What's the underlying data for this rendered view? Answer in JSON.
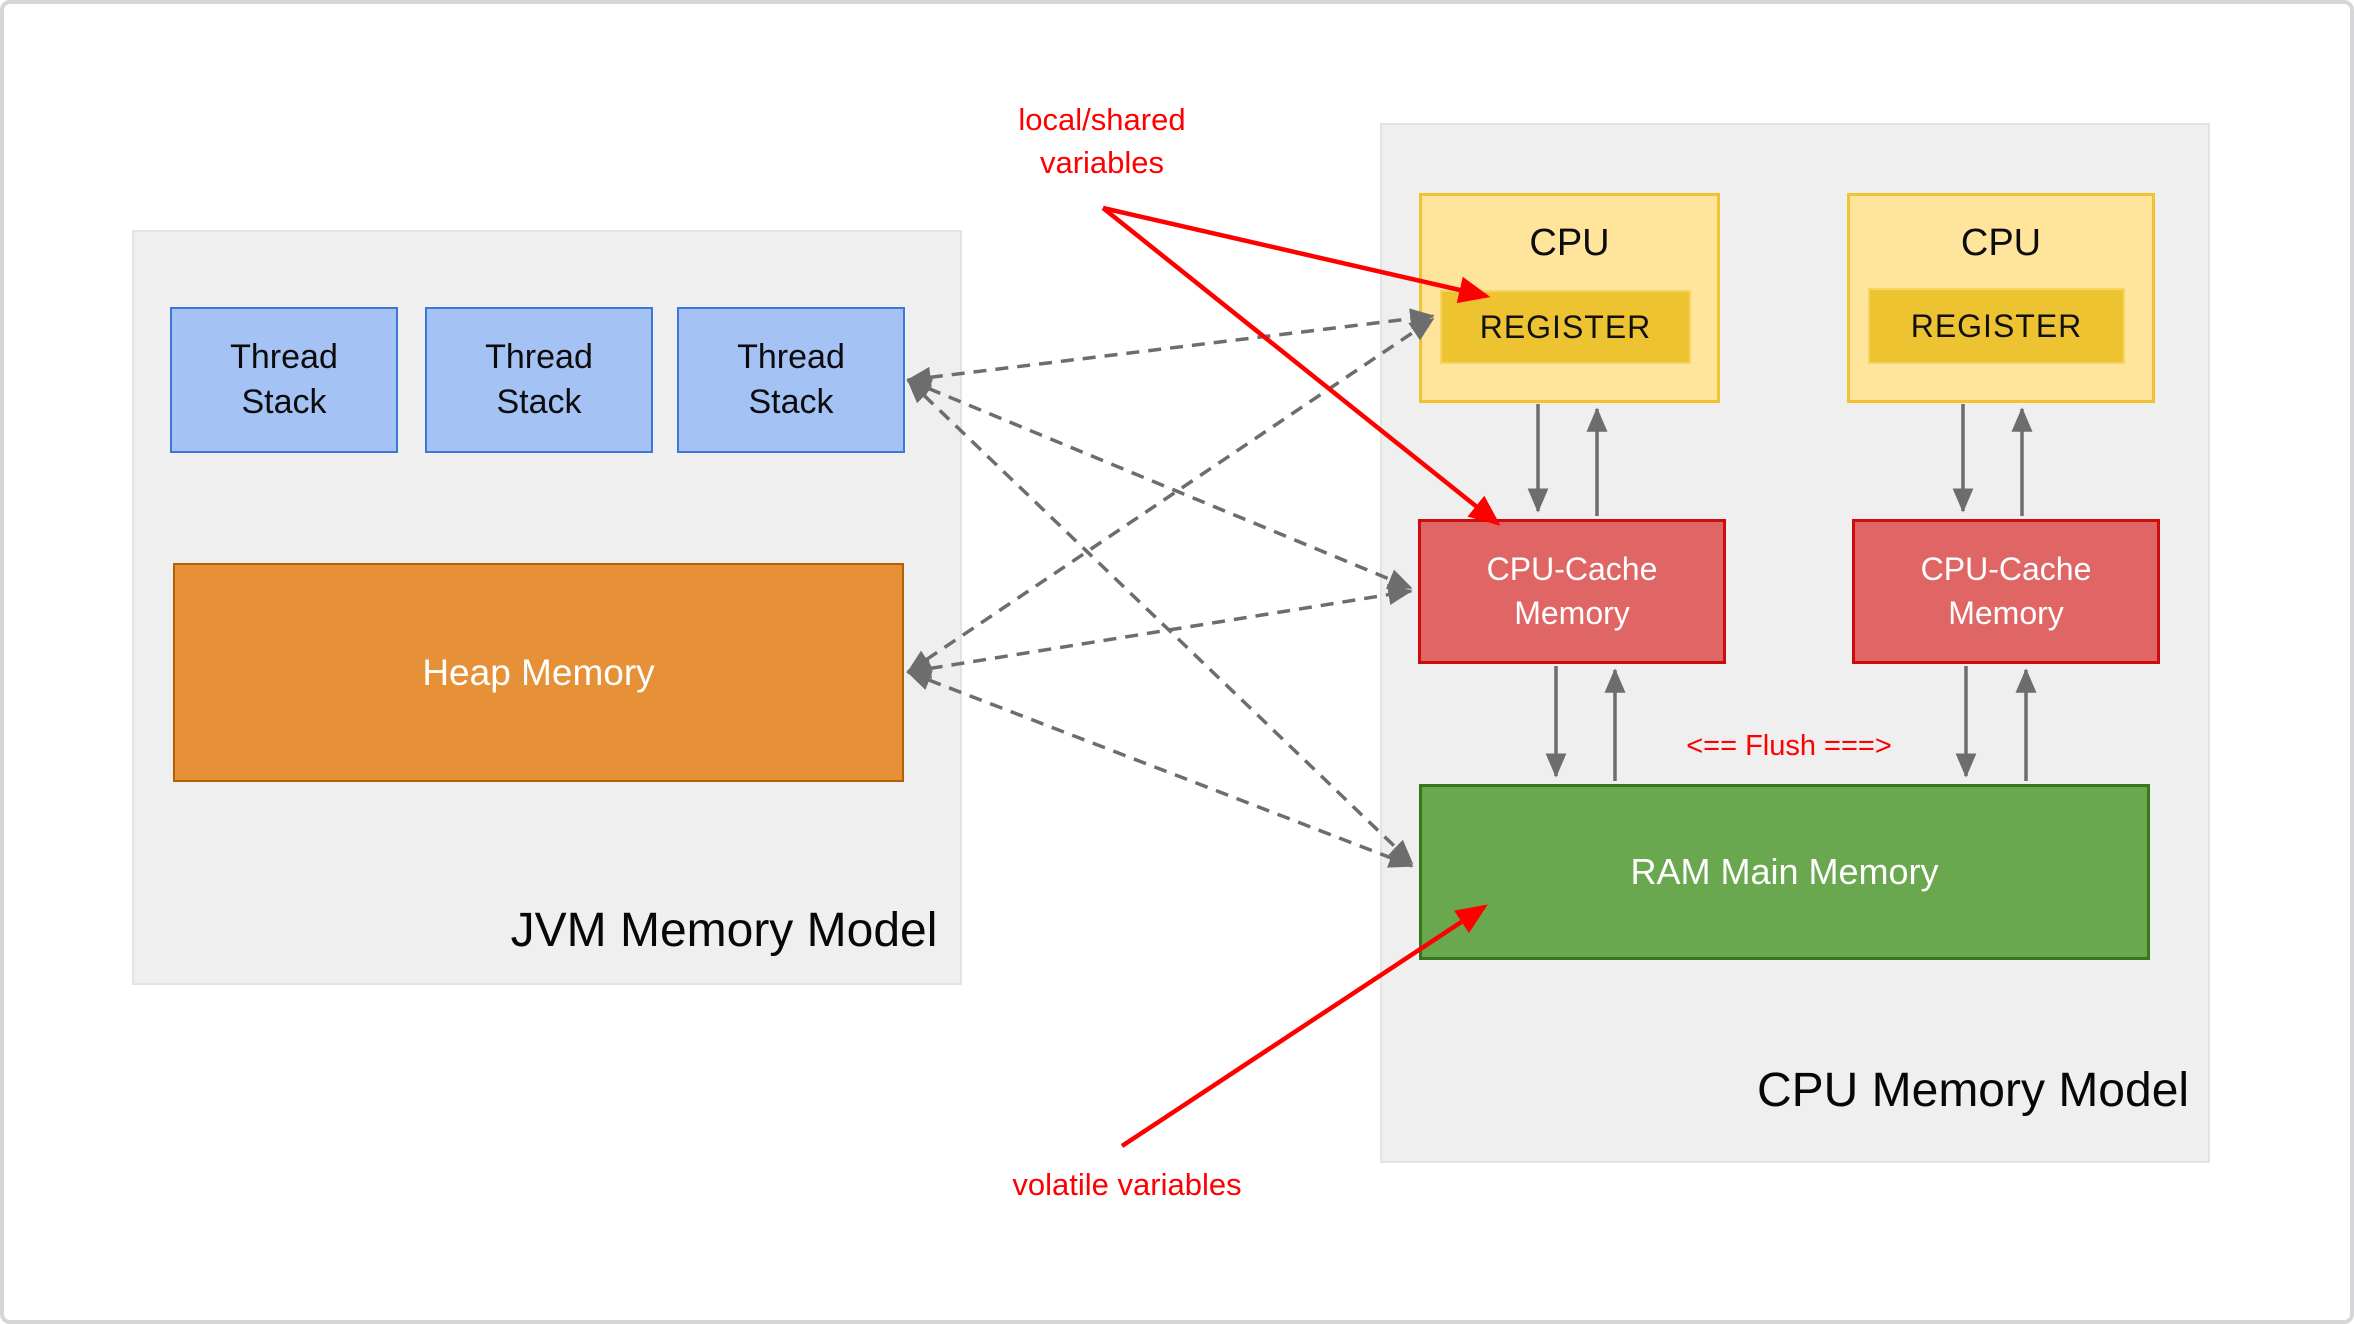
{
  "colors": {
    "panel_bg": "#efefef",
    "thread_fill": "#a4c2f4",
    "thread_border": "#3d78d8",
    "heap_fill": "#e69138",
    "heap_border": "#b45f06",
    "cpu_fill": "#ffe49c",
    "cpu_border": "#f1c232",
    "register_fill": "#eec331",
    "cache_fill": "#e06666",
    "cache_border": "#cc0d0d",
    "ram_fill": "#6aa84f",
    "ram_border": "#38761d",
    "connector_gray": "#6d6d6d",
    "annotation_red": "#fe0000",
    "frame_border": "#d6d6d9"
  },
  "jvm": {
    "title": "JVM Memory Model",
    "threads": [
      {
        "line1": "Thread",
        "line2": "Stack"
      },
      {
        "line1": "Thread",
        "line2": "Stack"
      },
      {
        "line1": "Thread",
        "line2": "Stack"
      }
    ],
    "heap_label": "Heap Memory"
  },
  "cpu": {
    "title": "CPU Memory Model",
    "units": [
      {
        "cpu_label": "CPU",
        "register_label": "REGISTER"
      },
      {
        "cpu_label": "CPU",
        "register_label": "REGISTER"
      }
    ],
    "caches": [
      {
        "line1": "CPU-Cache",
        "line2": "Memory"
      },
      {
        "line1": "CPU-Cache",
        "line2": "Memory"
      }
    ],
    "ram_label": "RAM Main Memory",
    "flush_label": "<== Flush ===>"
  },
  "annotations": {
    "local_shared_line1": "local/shared",
    "local_shared_line2": "variables",
    "volatile_label": "volatile variables"
  }
}
